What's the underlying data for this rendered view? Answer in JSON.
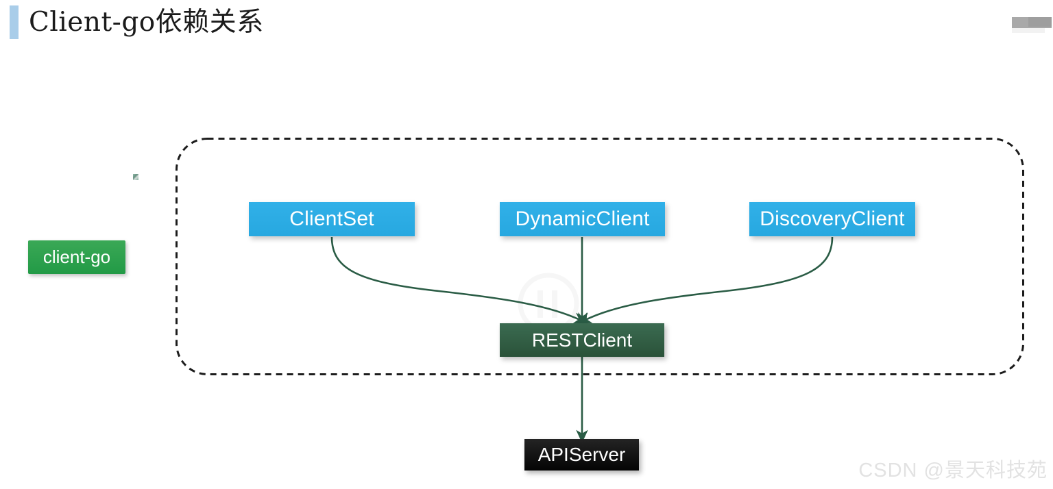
{
  "title": {
    "text": "Client-go依赖关系",
    "accent_color": "#a9cde9"
  },
  "watermark": {
    "text": "CSDN @景天科技苑",
    "color": "#e2e2e2"
  },
  "diagram": {
    "type": "dependency-diagram",
    "container_label": "client-go",
    "dashed_group": {
      "style": "dashed",
      "color": "#1c1c1c",
      "corner_radius": 45
    },
    "nodes": [
      {
        "id": "client-go",
        "label": "client-go",
        "color": "#2ca24e",
        "text_color": "#ffffff"
      },
      {
        "id": "clientset",
        "label": "ClientSet",
        "color": "#2aabe2",
        "text_color": "#ffffff"
      },
      {
        "id": "dynamicclient",
        "label": "DynamicClient",
        "color": "#2aabe2",
        "text_color": "#ffffff"
      },
      {
        "id": "discoveryclient",
        "label": "DiscoveryClient",
        "color": "#2aabe2",
        "text_color": "#ffffff"
      },
      {
        "id": "restclient",
        "label": "RESTClient",
        "color": "#2f5c42",
        "text_color": "#ffffff"
      },
      {
        "id": "apiserver",
        "label": "APIServer",
        "color": "#0a0a0a",
        "text_color": "#ffffff"
      }
    ],
    "edges": [
      {
        "from": "clientset",
        "to": "restclient",
        "style": "curved",
        "color": "#2a5c45"
      },
      {
        "from": "dynamicclient",
        "to": "restclient",
        "style": "straight",
        "color": "#2a5c45"
      },
      {
        "from": "discoveryclient",
        "to": "restclient",
        "style": "curved",
        "color": "#2a5c45"
      },
      {
        "from": "restclient",
        "to": "apiserver",
        "style": "straight",
        "color": "#2a5c45"
      }
    ]
  }
}
